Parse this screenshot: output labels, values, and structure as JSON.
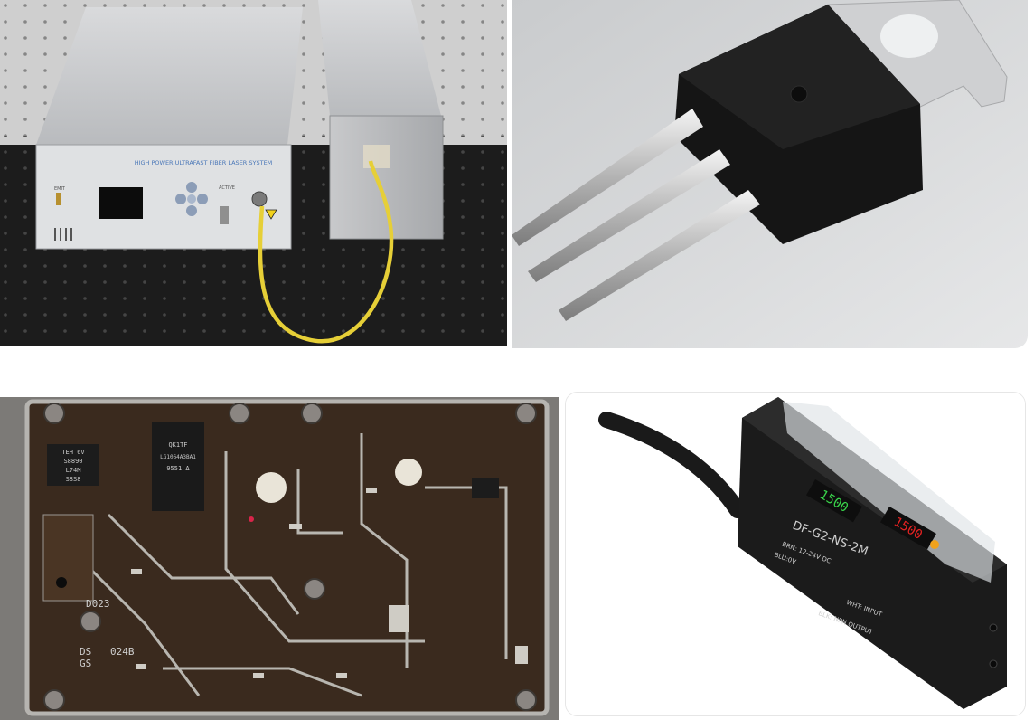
{
  "laser": {
    "panel_title": "HIGH POWER ULTRAFAST FIBER LASER SYSTEM",
    "switch_label": "EMIT",
    "key_label": "ACTIVE"
  },
  "pcb": {
    "chip1_line1": "TEH 6V",
    "chip1_line2": "S8890",
    "chip1_line3": "L74M",
    "chip1_line4": "S8S8",
    "chip2_line1": "QK1TF",
    "chip2_line2": "LG1064A3BA1",
    "chip2_line3": "9551 Δ",
    "label_d023": "D023",
    "label_ds": "DS",
    "label_gs": "GS",
    "label_024b": "024B"
  },
  "sensor": {
    "display_green": "1500",
    "display_red": "1500",
    "model": "DF-G2-NS-2M",
    "line1": "BRN: 12-24V DC",
    "line2": "BLU:0V",
    "line3": "WHT: INPUT",
    "line4": "BLK: NPN OUTPUT"
  }
}
